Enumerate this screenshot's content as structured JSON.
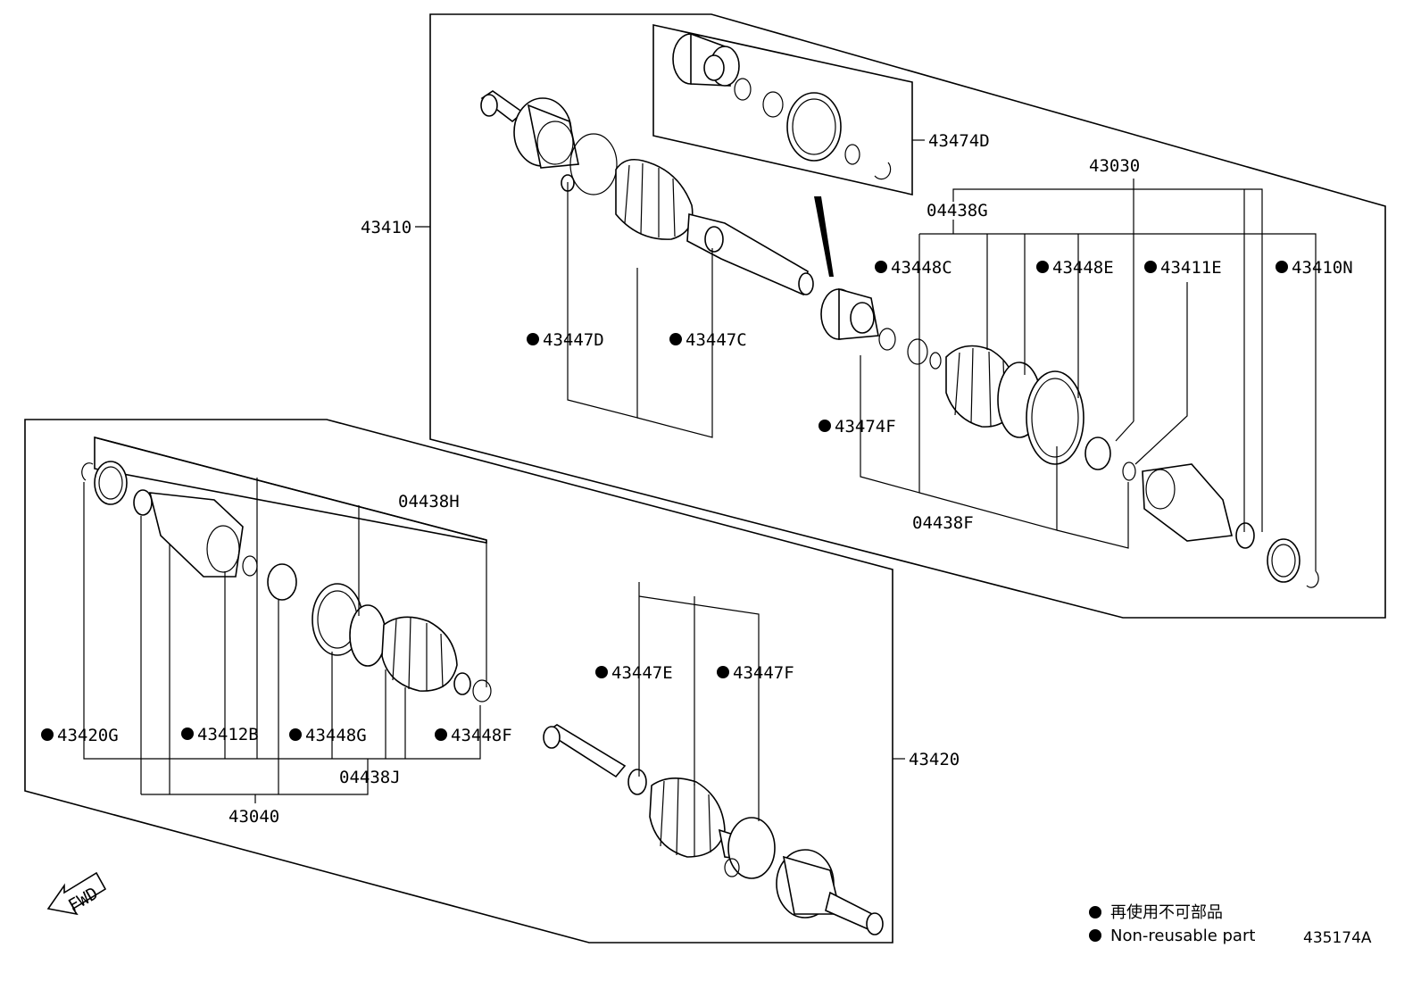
{
  "labels": {
    "p43474D": "43474D",
    "p43030": "43030",
    "p04438G": "04438G",
    "p43410": "43410",
    "p43448C": "43448C",
    "p43448E": "43448E",
    "p43411E": "43411E",
    "p43410N": "43410N",
    "p43447D": "43447D",
    "p43447C": "43447C",
    "p43474F": "43474F",
    "p04438F": "04438F",
    "p04438H": "04438H",
    "p43447E": "43447E",
    "p43447F": "43447F",
    "p43420G": "43420G",
    "p43412B": "43412B",
    "p43448G": "43448G",
    "p43448F": "43448F",
    "p43420": "43420",
    "p04438J": "04438J",
    "p43040": "43040"
  },
  "legend": {
    "japanese": "再使用不可部品",
    "english": "Non-reusable part"
  },
  "fwd_label": "FWD",
  "diagram_id": "435174A"
}
